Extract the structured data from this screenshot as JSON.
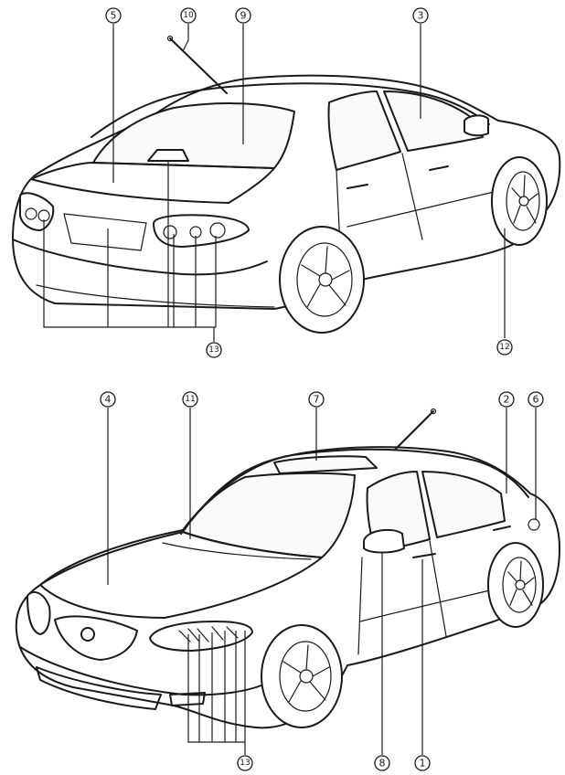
{
  "colors": {
    "ink": "#1a1a1a",
    "paper": "#ffffff"
  },
  "rear_view": {
    "callouts": {
      "c5": "5",
      "c10": "10",
      "c9": "9",
      "c3": "3",
      "c13": "13",
      "c12": "12"
    }
  },
  "front_view": {
    "callouts": {
      "c4": "4",
      "c11": "11",
      "c7": "7",
      "c2": "2",
      "c6": "6",
      "c13": "13",
      "c8": "8",
      "c1": "1"
    }
  }
}
